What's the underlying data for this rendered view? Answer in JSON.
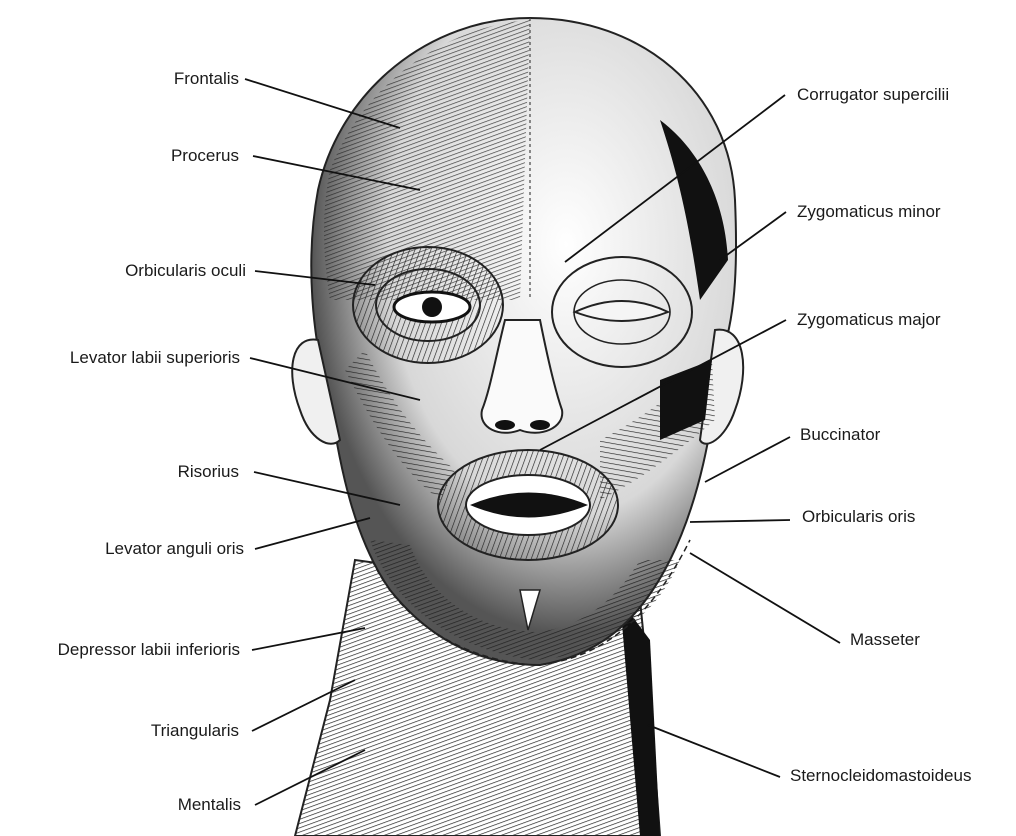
{
  "labels_left": [
    "Frontalis",
    "Procerus",
    "Orbicularis oculi",
    "Levator labii superioris",
    "Risorius",
    "Levator anguli oris",
    "Depressor labii inferioris",
    "Triangularis",
    "Mentalis"
  ],
  "labels_right": [
    "Corrugator supercilii",
    "Zygomaticus minor",
    "Zygomaticus major",
    "Buccinator",
    "Orbicularis oris",
    "Masseter",
    "Sternocleidomastoideus"
  ],
  "colors": {
    "ink": "#1a1a1a",
    "background": "#ffffff",
    "skin_shade": "#e6e6e6"
  }
}
